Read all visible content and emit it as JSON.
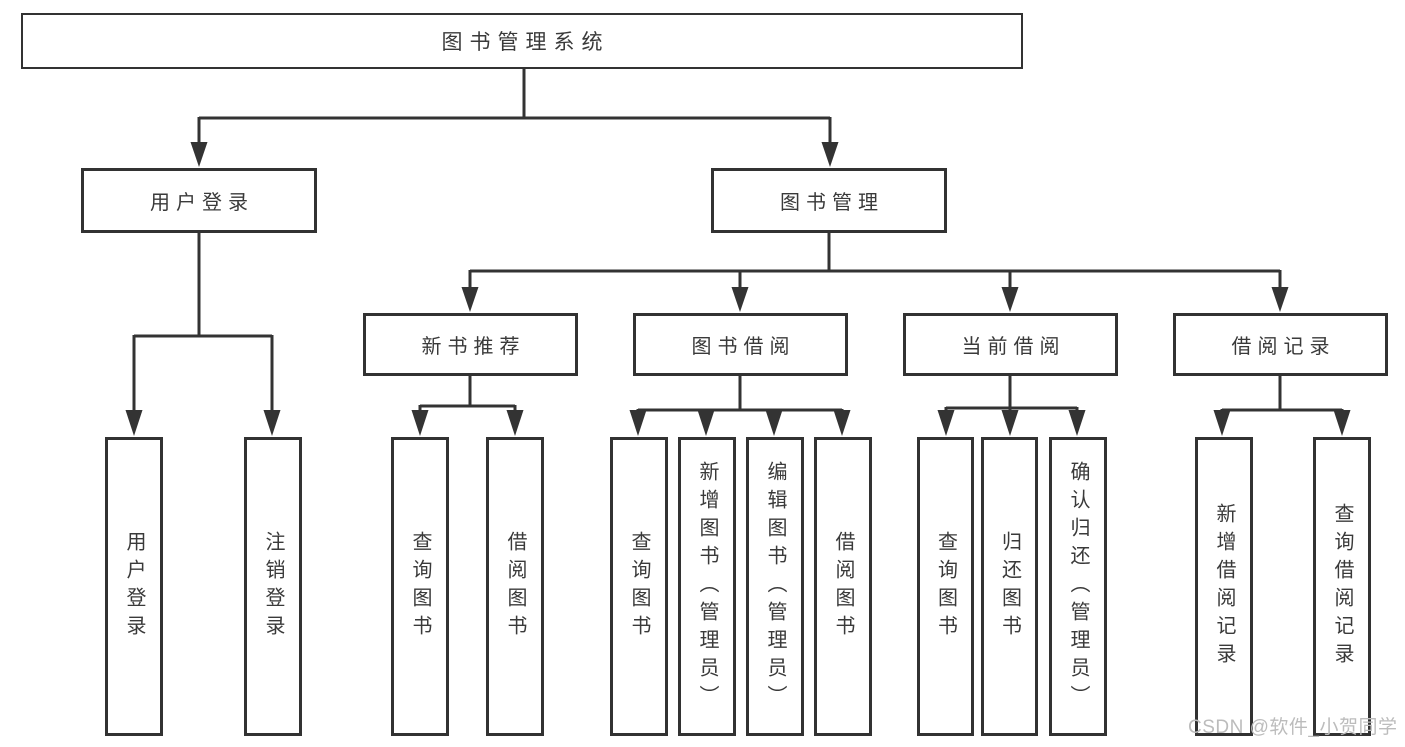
{
  "diagram": {
    "root": {
      "label": "图书管理系统"
    },
    "level2": {
      "user_login": {
        "label": "用户登录"
      },
      "book_mgmt": {
        "label": "图书管理"
      }
    },
    "level3": {
      "new_book_rec": {
        "label": "新书推荐"
      },
      "book_borrow": {
        "label": "图书借阅"
      },
      "current_borrow": {
        "label": "当前借阅"
      },
      "borrow_record": {
        "label": "借阅记录"
      }
    },
    "leaves": {
      "user_login": {
        "label": "用户登录"
      },
      "logout": {
        "label": "注销登录"
      },
      "newrec_query_book": {
        "label": "查询图书"
      },
      "newrec_borrow_book": {
        "label": "借阅图书"
      },
      "borrow_query_book": {
        "label": "查询图书"
      },
      "borrow_add_book": {
        "label": "新增图书（管理员）"
      },
      "borrow_edit_book": {
        "label": "编辑图书（管理员）"
      },
      "borrow_borrow_book": {
        "label": "借阅图书"
      },
      "current_query_book": {
        "label": "查询图书"
      },
      "current_return_book": {
        "label": "归还图书"
      },
      "current_confirm_return": {
        "label": "确认归还（管理员）"
      },
      "record_add": {
        "label": "新增借阅记录"
      },
      "record_query": {
        "label": "查询借阅记录"
      }
    }
  },
  "watermark": {
    "text": "CSDN @软件_小贺同学"
  },
  "colors": {
    "line": "#333333",
    "text": "#3a3a3a",
    "watermark": "#bcbcbc"
  }
}
